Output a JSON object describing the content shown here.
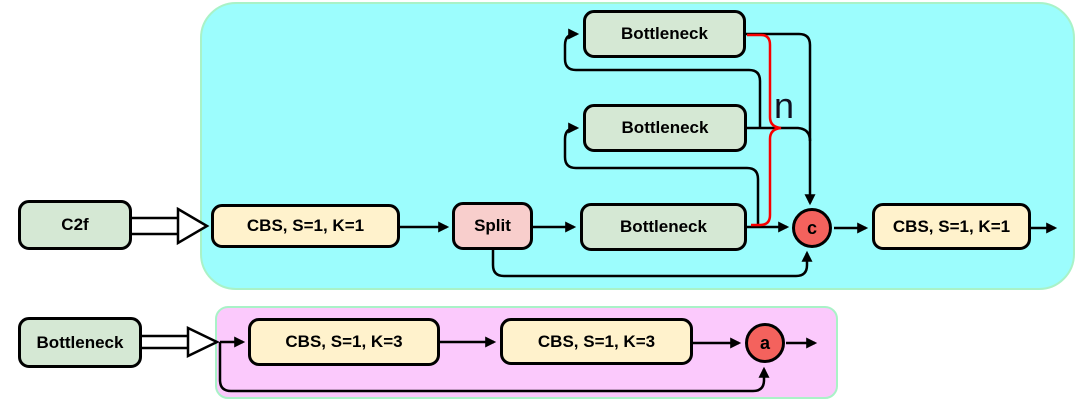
{
  "colors": {
    "c2f_region_bg": "#9cfdfd",
    "bottleneck_region_bg": "#fbc9fc",
    "region_border": "#a9f2c7",
    "node_green_bg": "#d5e8d4",
    "node_yellow_bg": "#fff2cc",
    "node_pink_bg": "#f8cecc",
    "op_circle_bg": "#f4625d",
    "repeat_bracket_red": "#f80000",
    "wire_black": "#000000"
  },
  "c2f_module": {
    "module_label": "C2f",
    "cbs_in": "CBS, S=1, K=1",
    "split": "Split",
    "bottlenecks": [
      "Bottleneck",
      "Bottleneck",
      "Bottleneck"
    ],
    "repeat_label": "n",
    "concat_op": "c",
    "cbs_out": "CBS, S=1, K=1"
  },
  "bottleneck_module": {
    "module_label": "Bottleneck",
    "cbs1": "CBS, S=1, K=3",
    "cbs2": "CBS, S=1, K=3",
    "add_op": "a"
  }
}
